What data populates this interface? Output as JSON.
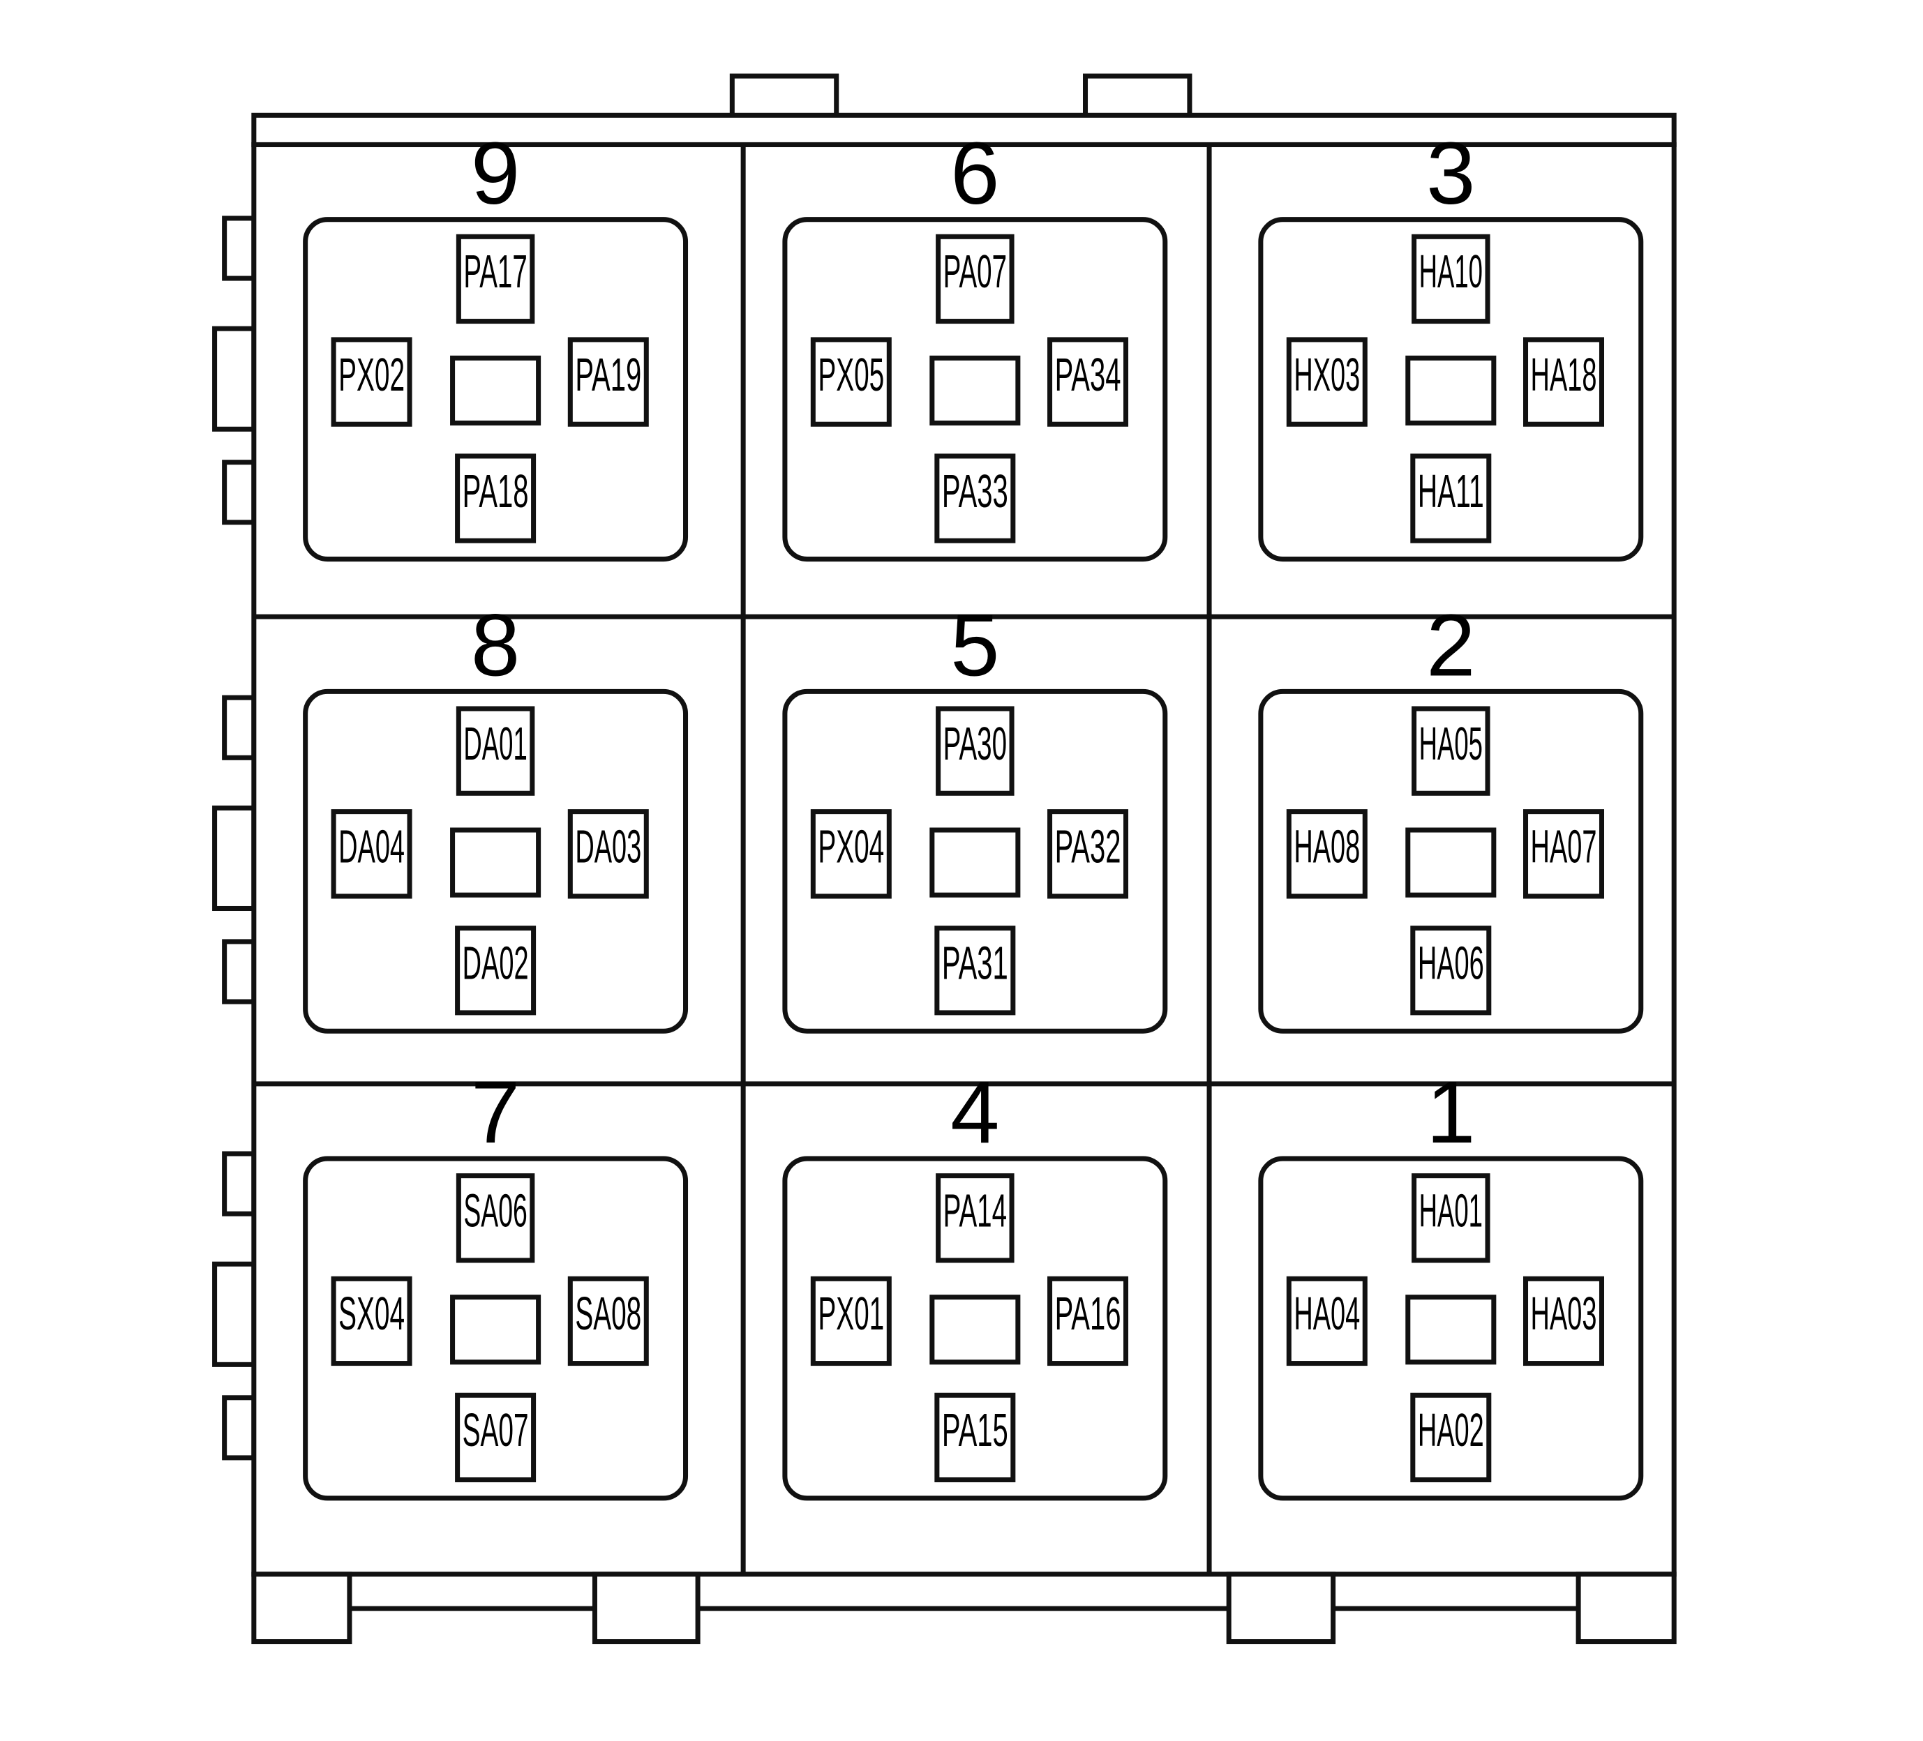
{
  "relay_block": {
    "positions": [
      {
        "number": "9",
        "pins": {
          "top": "PA17",
          "left": "PX02",
          "right": "PA19",
          "bottom": "PA18"
        }
      },
      {
        "number": "6",
        "pins": {
          "top": "PA07",
          "left": "PX05",
          "right": "PA34",
          "bottom": "PA33"
        }
      },
      {
        "number": "3",
        "pins": {
          "top": "HA10",
          "left": "HX03",
          "right": "HA18",
          "bottom": "HA11"
        }
      },
      {
        "number": "8",
        "pins": {
          "top": "DA01",
          "left": "DA04",
          "right": "DA03",
          "bottom": "DA02"
        }
      },
      {
        "number": "5",
        "pins": {
          "top": "PA30",
          "left": "PX04",
          "right": "PA32",
          "bottom": "PA31"
        }
      },
      {
        "number": "2",
        "pins": {
          "top": "HA05",
          "left": "HA08",
          "right": "HA07",
          "bottom": "HA06"
        }
      },
      {
        "number": "7",
        "pins": {
          "top": "SA06",
          "left": "SX04",
          "right": "SA08",
          "bottom": "SA07"
        }
      },
      {
        "number": "4",
        "pins": {
          "top": "PA14",
          "left": "PX01",
          "right": "PA16",
          "bottom": "PA15"
        }
      },
      {
        "number": "1",
        "pins": {
          "top": "HA01",
          "left": "HA04",
          "right": "HA03",
          "bottom": "HA02"
        }
      }
    ]
  }
}
